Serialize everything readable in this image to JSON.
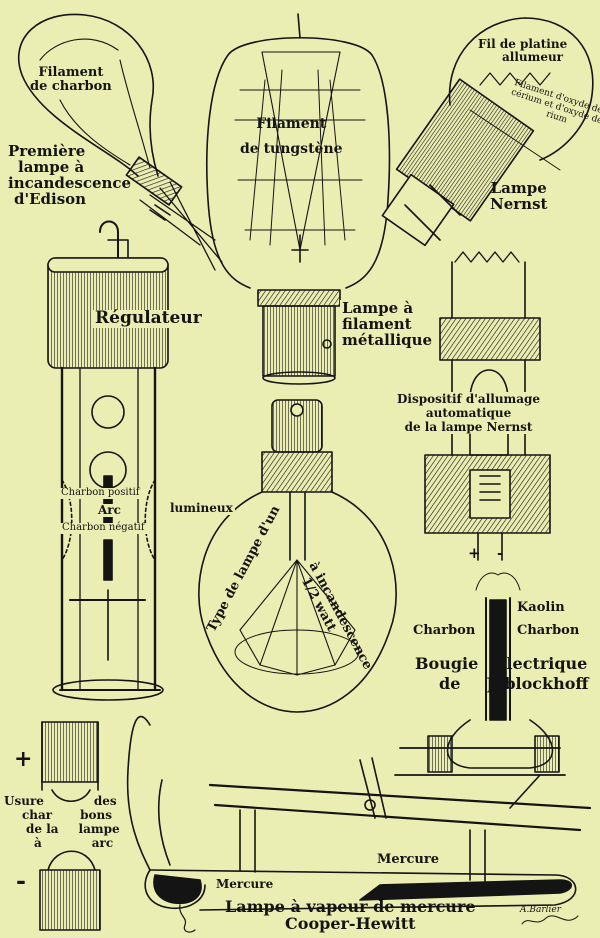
{
  "colors": {
    "paper": "#ebeeb2",
    "ink": "#141414",
    "shade": "#2a2a22"
  },
  "labels": {
    "filament_charbon_1": "Filament",
    "filament_charbon_2": "de charbon",
    "edison_1": "Première",
    "edison_2": "lampe à",
    "edison_3": "incandescence",
    "edison_4": "d'Edison",
    "tungstene_1": "Filament",
    "tungstene_2": "de tungstène",
    "platine_1": "Fil de platine",
    "platine_2": "allumeur",
    "filament_oxyde_1": "Filament d'oxyde de",
    "filament_oxyde_2": "cérium et d'oxyde de tho-",
    "filament_oxyde_3": "rium",
    "nernst_1": "Lampe",
    "nernst_2": "Nernst",
    "regulateur": "Régulateur",
    "metallique_1": "Lampe à",
    "metallique_2": "filament",
    "metallique_3": "métallique",
    "dispositif_1": "Dispositif d'allumage",
    "dispositif_2": "automatique",
    "dispositif_3": "de la lampe Nernst",
    "charbon_positif": "Charbon positif",
    "arc": "Arc",
    "lumineux": "lumineux",
    "charbon_negatif": "Charbon négatif",
    "demi_watt_1": "Type de lampe",
    "demi_watt_2": "d'un",
    "demi_watt_3": "à incandescence",
    "demi_watt_4": "1/2 watt",
    "plus_nernst": "+",
    "minus_nernst": "-",
    "kaolin": "Kaolin",
    "charbon_left": "Charbon",
    "charbon_right": "Charbon",
    "bougie_1": "Bougie",
    "bougie_2": "électrique",
    "bougie_3": "de",
    "bougie_4": "Jablockhoff",
    "plus_arc": "+",
    "minus_arc": "-",
    "usure_1": "Usure",
    "usure_2": "des",
    "usure_3": "char",
    "usure_4": "bons",
    "usure_5": "de la",
    "usure_6": "lampe",
    "usure_7": "à",
    "usure_8": "arc",
    "mercure_right": "Mercure",
    "mercure_left": "Mercure",
    "cooper_1": "Lampe à vapeur de mercure",
    "cooper_2": "Cooper-Hewitt",
    "signature": "A.Barlier"
  }
}
